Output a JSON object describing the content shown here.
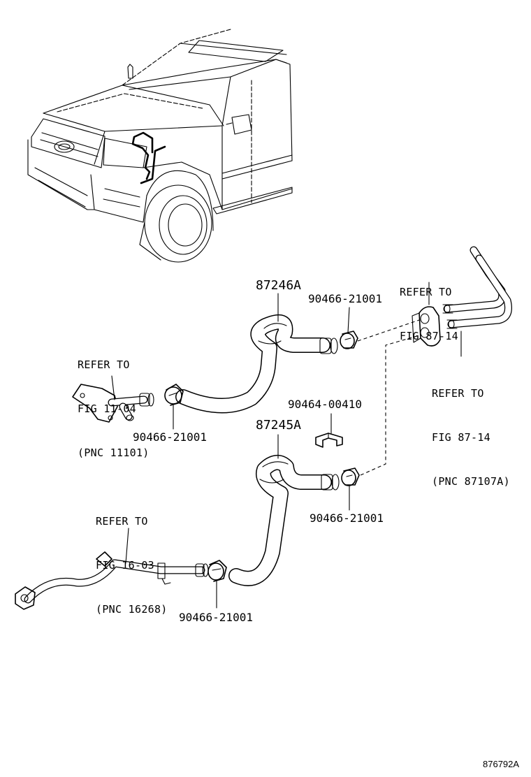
{
  "refs": {
    "top_right": [
      "REFER TO",
      "FIG 87-14"
    ],
    "right": [
      "REFER TO",
      "FIG 87-14",
      "(PNC 87107A)"
    ],
    "left_upper": [
      "REFER TO",
      "FIG 11-04",
      "(PNC 11101)"
    ],
    "left_lower": [
      "REFER TO",
      "FIG 16-03",
      "(PNC 16268)"
    ]
  },
  "parts": {
    "hose_upper": "87246A",
    "hose_lower": "87245A",
    "clamp_upper_right": "90466-21001",
    "clamp_upper_left": "90466-21001",
    "clip": "90464-00410",
    "clamp_lower_right": "90466-21001",
    "clamp_lower_left": "90466-21001"
  },
  "diagram_code": "876792A"
}
